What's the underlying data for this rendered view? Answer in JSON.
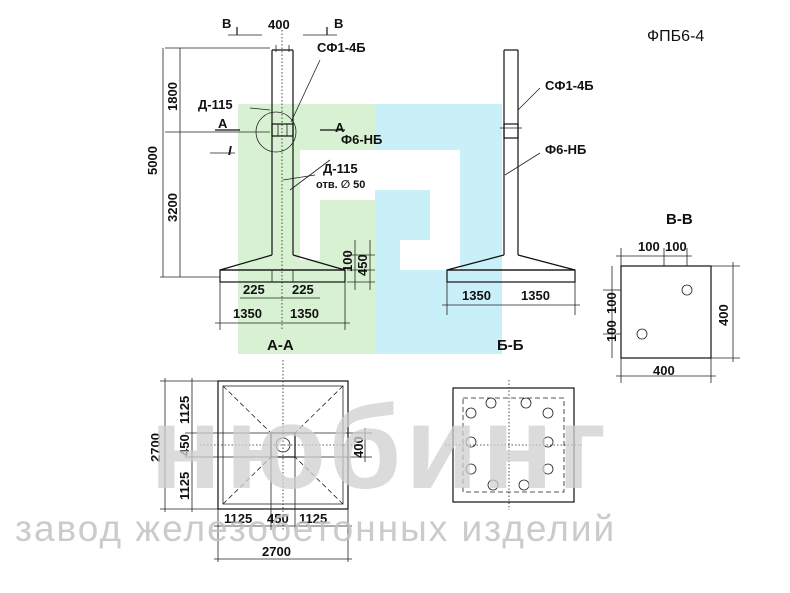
{
  "title": "ФПБ6-4",
  "watermark": {
    "word": "нюбинг",
    "subtitle": "завод железобетонных изделий",
    "colors": {
      "green": "#d9f1d3",
      "blue": "#c9eff8",
      "gray": "#cfcfcf"
    }
  },
  "elevation_front": {
    "cut_mark_B": "В",
    "top_width": "400",
    "label_sf": "СФ1-4Б",
    "label_d115_top": "Д-115",
    "cut_mark_A": "А",
    "detail_mark": "I",
    "label_f6": "Ф6-НБ",
    "label_d115_mid": "Д-115",
    "label_hole": "отв. ∅ 50",
    "height_total": "5000",
    "height_upper": "1800",
    "height_lower": "3200",
    "dim_100": "100",
    "dim_450": "450",
    "dim_225_left": "225",
    "dim_225_right": "225",
    "dim_1350_left": "1350",
    "dim_1350_right": "1350"
  },
  "elevation_side": {
    "label_sf": "СФ1-4Б",
    "label_f6": "Ф6-НБ",
    "dim_1350_left": "1350",
    "dim_1350_right": "1350"
  },
  "section_vv": {
    "title": "В-В",
    "dim_top_1": "100",
    "dim_top_2": "100",
    "dim_left_1": "100",
    "dim_left_2": "100",
    "dim_right": "400",
    "dim_bottom": "400"
  },
  "section_aa": {
    "title": "А-А",
    "dim_left_top": "1125",
    "dim_left_mid": "450",
    "dim_left_bot": "1125",
    "dim_total_v": "2700",
    "dim_400": "400",
    "dim_b1": "1125",
    "dim_b2": "450",
    "dim_b3": "1125",
    "dim_total_h": "2700"
  },
  "section_bb": {
    "title": "Б-Б"
  }
}
